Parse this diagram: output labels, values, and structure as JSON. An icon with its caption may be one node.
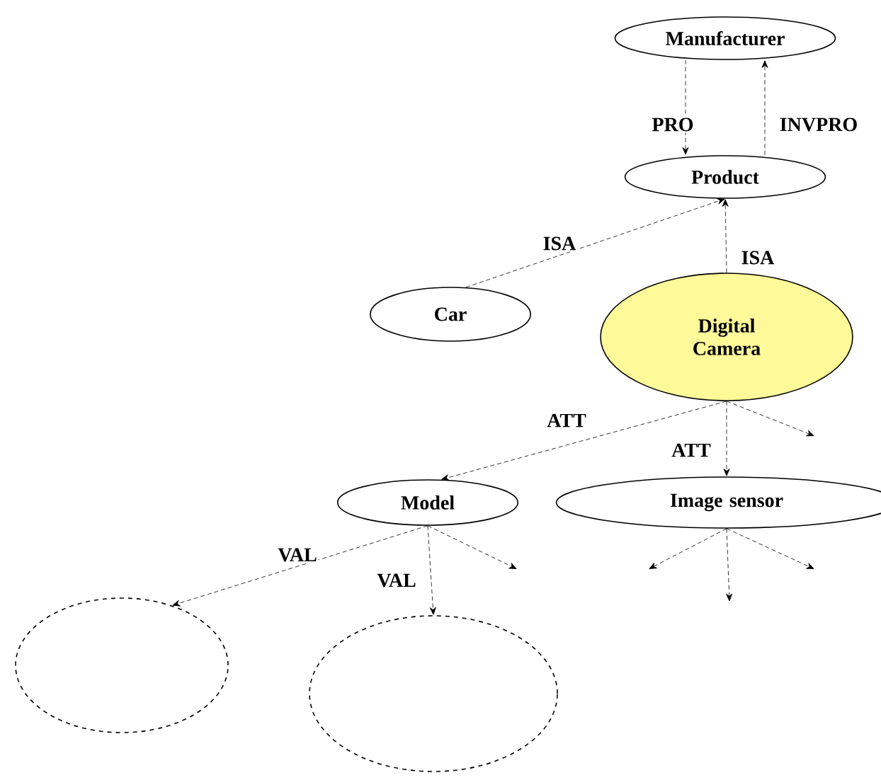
{
  "diagram": {
    "nodes": [
      {
        "text": [
          "Manufacturer"
        ]
      },
      {
        "text": [
          "Product"
        ]
      },
      {
        "text": [
          "Car"
        ]
      },
      {
        "text": [
          "Digital Camera"
        ]
      },
      {
        "text": [
          "Model"
        ]
      },
      {
        "text": [
          "Image sensor"
        ]
      },
      {
        "text": [],
        "shape": "ellipse"
      },
      {
        "text": [],
        "shape": "ellipse"
      }
    ],
    "edges": [
      {
        "from": 0,
        "to": 1,
        "arrow": "to",
        "label": "PRO"
      },
      {
        "from": 1,
        "to": 0,
        "arrow": "to",
        "label": "INVPRO"
      },
      {
        "from": 2,
        "to": 1,
        "arrow": "to",
        "label": "ISA"
      },
      {
        "from": 3,
        "to": 1,
        "arrow": "to",
        "label": "ISA"
      },
      {
        "from": 3,
        "to": 4,
        "arrow": "to",
        "label": "ATT"
      },
      {
        "from": 3,
        "to": 5,
        "arrow": "to",
        "label": "ATT"
      },
      {
        "from": 3,
        "to": null,
        "arrow": "to"
      },
      {
        "from": 5,
        "to": null,
        "arrow": "to"
      },
      {
        "from": 5,
        "to": null,
        "arrow": "to"
      },
      {
        "from": 5,
        "to": null,
        "arrow": "to"
      },
      {
        "from": 4,
        "to": 6,
        "arrow": "to",
        "label": "VAL"
      },
      {
        "from": 4,
        "to": 7,
        "arrow": "to",
        "label": "VAL"
      },
      {
        "from": 4,
        "to": null,
        "arrow": "to"
      }
    ]
  }
}
